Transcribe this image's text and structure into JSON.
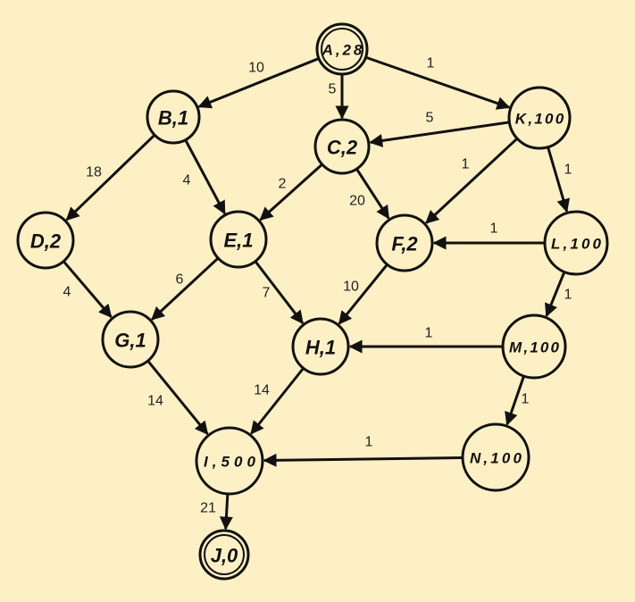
{
  "colors": {
    "background": "#fdf0c4",
    "stroke": "#111111",
    "text": "#222222"
  },
  "nodes": [
    {
      "id": "A",
      "label": "A,28",
      "terminal": true
    },
    {
      "id": "B",
      "label": "B,1"
    },
    {
      "id": "C",
      "label": "C,2"
    },
    {
      "id": "K",
      "label": "K,100"
    },
    {
      "id": "D",
      "label": "D,2"
    },
    {
      "id": "E",
      "label": "E,1"
    },
    {
      "id": "F",
      "label": "F,2"
    },
    {
      "id": "L",
      "label": "L,100"
    },
    {
      "id": "G",
      "label": "G,1"
    },
    {
      "id": "H",
      "label": "H,1"
    },
    {
      "id": "M",
      "label": "M,100"
    },
    {
      "id": "I",
      "label": "I,500"
    },
    {
      "id": "N",
      "label": "N,100"
    },
    {
      "id": "J",
      "label": "J,0",
      "terminal": true
    }
  ],
  "edges": [
    {
      "from": "A",
      "to": "B",
      "weight": "10"
    },
    {
      "from": "A",
      "to": "C",
      "weight": "5"
    },
    {
      "from": "A",
      "to": "K",
      "weight": "1"
    },
    {
      "from": "K",
      "to": "C",
      "weight": "5"
    },
    {
      "from": "B",
      "to": "D",
      "weight": "18"
    },
    {
      "from": "B",
      "to": "E",
      "weight": "4"
    },
    {
      "from": "C",
      "to": "E",
      "weight": "2"
    },
    {
      "from": "C",
      "to": "F",
      "weight": "20"
    },
    {
      "from": "K",
      "to": "F",
      "weight": "1"
    },
    {
      "from": "K",
      "to": "L",
      "weight": "1"
    },
    {
      "from": "L",
      "to": "F",
      "weight": "1"
    },
    {
      "from": "D",
      "to": "G",
      "weight": "4"
    },
    {
      "from": "E",
      "to": "G",
      "weight": "6"
    },
    {
      "from": "E",
      "to": "H",
      "weight": "7"
    },
    {
      "from": "F",
      "to": "H",
      "weight": "10"
    },
    {
      "from": "L",
      "to": "M",
      "weight": "1"
    },
    {
      "from": "M",
      "to": "H",
      "weight": "1"
    },
    {
      "from": "G",
      "to": "I",
      "weight": "14"
    },
    {
      "from": "H",
      "to": "I",
      "weight": "14"
    },
    {
      "from": "M",
      "to": "N",
      "weight": "1"
    },
    {
      "from": "N",
      "to": "I",
      "weight": "1"
    },
    {
      "from": "I",
      "to": "J",
      "weight": "21"
    }
  ]
}
